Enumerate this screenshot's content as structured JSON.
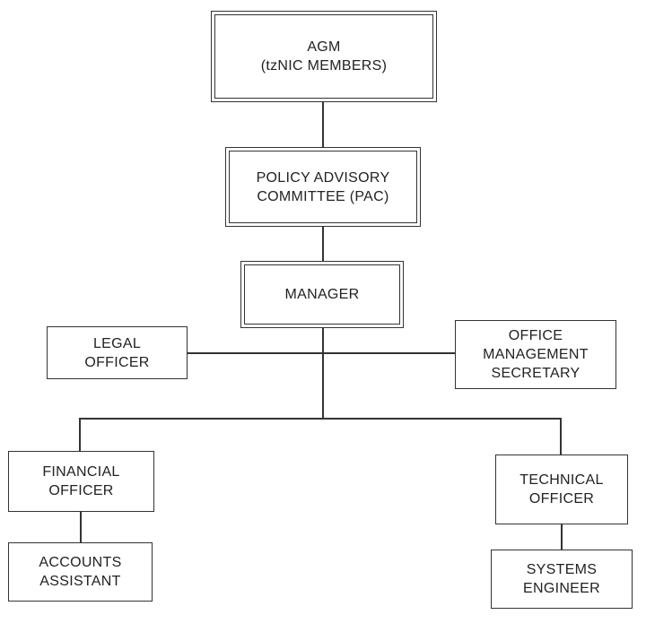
{
  "chart": {
    "nodes": {
      "agm": "AGM\n(tzNIC MEMBERS)",
      "pac": "POLICY ADVISORY\nCOMMITTEE (PAC)",
      "manager": "MANAGER",
      "legal_officer": "LEGAL\nOFFICER",
      "office_secretary": "OFFICE\nMANAGEMENT\nSECRETARY",
      "financial_officer": "FINANCIAL\nOFFICER",
      "technical_officer": "TECHNICAL\nOFFICER",
      "accounts_assistant": "ACCOUNTS\nASSISTANT",
      "systems_engineer": "SYSTEMS\nENGINEER"
    },
    "edges": [
      [
        "agm",
        "pac"
      ],
      [
        "pac",
        "manager"
      ],
      [
        "manager",
        "legal_officer"
      ],
      [
        "manager",
        "office_secretary"
      ],
      [
        "manager",
        "financial_officer"
      ],
      [
        "manager",
        "technical_officer"
      ],
      [
        "financial_officer",
        "accounts_assistant"
      ],
      [
        "technical_officer",
        "systems_engineer"
      ]
    ],
    "line_color": "#333333"
  }
}
